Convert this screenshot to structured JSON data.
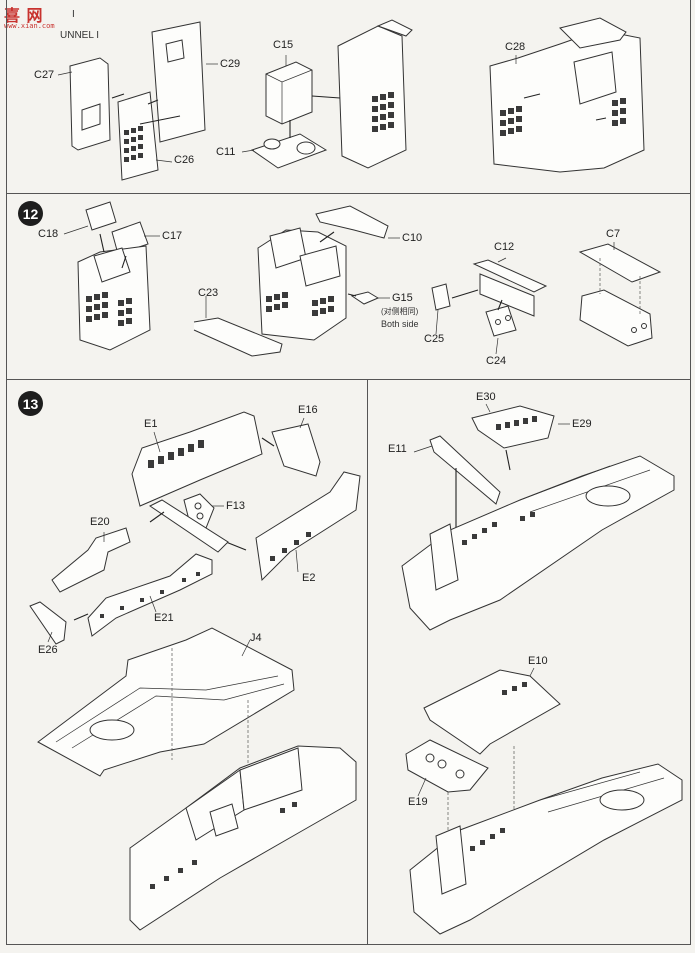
{
  "header": {
    "logo": "喜 网",
    "url": "www.xian.com",
    "step_ref": "I",
    "title": "UNNEL I"
  },
  "steps": [
    {
      "number": "12"
    },
    {
      "number": "13"
    }
  ],
  "parts": {
    "c27": "C27",
    "c29": "C29",
    "c26": "C26",
    "c15": "C15",
    "c11": "C11",
    "c28": "C28",
    "c18": "C18",
    "c17": "C17",
    "c10": "C10",
    "c23": "C23",
    "g15": "G15",
    "c12": "C12",
    "c7": "C7",
    "c25": "C25",
    "c24": "C24",
    "e1": "E1",
    "e16": "E16",
    "f13": "F13",
    "e20": "E20",
    "e2": "E2",
    "e21": "E21",
    "e26": "E26",
    "j4": "J4",
    "e30": "E30",
    "e11": "E11",
    "e29": "E29",
    "e10": "E10",
    "e19": "E19"
  },
  "notes": {
    "g15_cn": "(对侧相同)",
    "g15_en": "Both side"
  },
  "colors": {
    "paper": "#f4f3ef",
    "line": "#333333",
    "step_badge": "#1d1d1d",
    "logo": "#c8322e"
  }
}
